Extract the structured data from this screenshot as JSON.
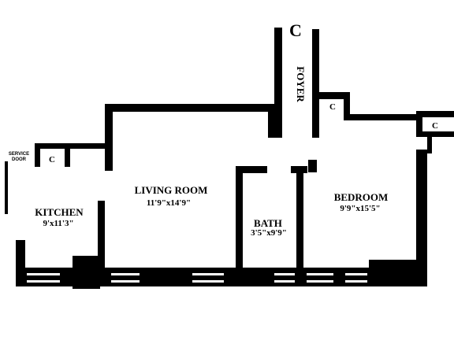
{
  "plan": {
    "unit_letter": "C",
    "foyer": "FOYER",
    "closet_label": "C",
    "service_door": [
      "SERVICE",
      "DOOR"
    ],
    "rooms": {
      "living": {
        "name": "LIVING ROOM",
        "dims": "11'9\"x14'9\""
      },
      "kitchen": {
        "name": "KITCHEN",
        "dims": "9'x11'3\""
      },
      "bath": {
        "name": "BATH",
        "dims": "3'5\"x9'9\""
      },
      "bedroom": {
        "name": "BEDROOM",
        "dims": "9'9\"x15'5\""
      }
    }
  }
}
